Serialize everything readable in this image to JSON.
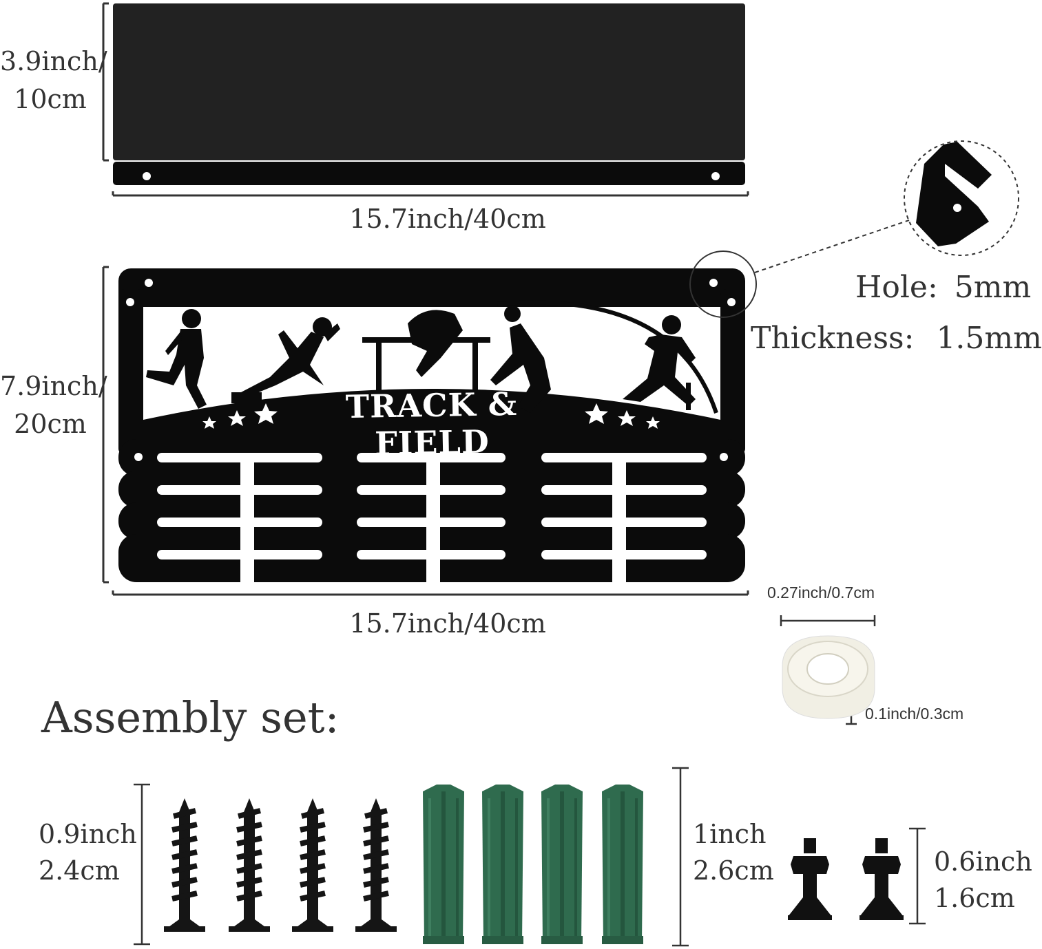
{
  "shelf": {
    "height_label_line1": "3.9inch/",
    "height_label_line2": "10cm",
    "width_label": "15.7inch/40cm"
  },
  "hanger": {
    "banner_text": "TRACK & FIELD",
    "height_label_line1": "7.9inch/",
    "height_label_line2": "20cm",
    "width_label": "15.7inch/40cm"
  },
  "specs": {
    "hole_label": "Hole:",
    "hole_value": "5mm",
    "thickness_label": "Thickness:",
    "thickness_value": "1.5mm"
  },
  "spacer": {
    "diameter_label": "0.27inch/0.7cm",
    "thickness_label": "0.1inch/0.3cm",
    "color": "#f1efe4"
  },
  "assembly": {
    "title": "Assembly set:",
    "screw_length_line1": "0.9inch",
    "screw_length_line2": "2.4cm",
    "anchor_length_line1": "1inch",
    "anchor_length_line2": "2.6cm",
    "bolt_length_line1": "0.6inch",
    "bolt_length_line2": "1.6cm",
    "screw_count": 4,
    "anchor_count": 4,
    "bolt_count": 2,
    "anchor_color": "#2f6b4e"
  },
  "colors": {
    "metal": "#0b0b0b",
    "shelf_panel": "#222222"
  }
}
